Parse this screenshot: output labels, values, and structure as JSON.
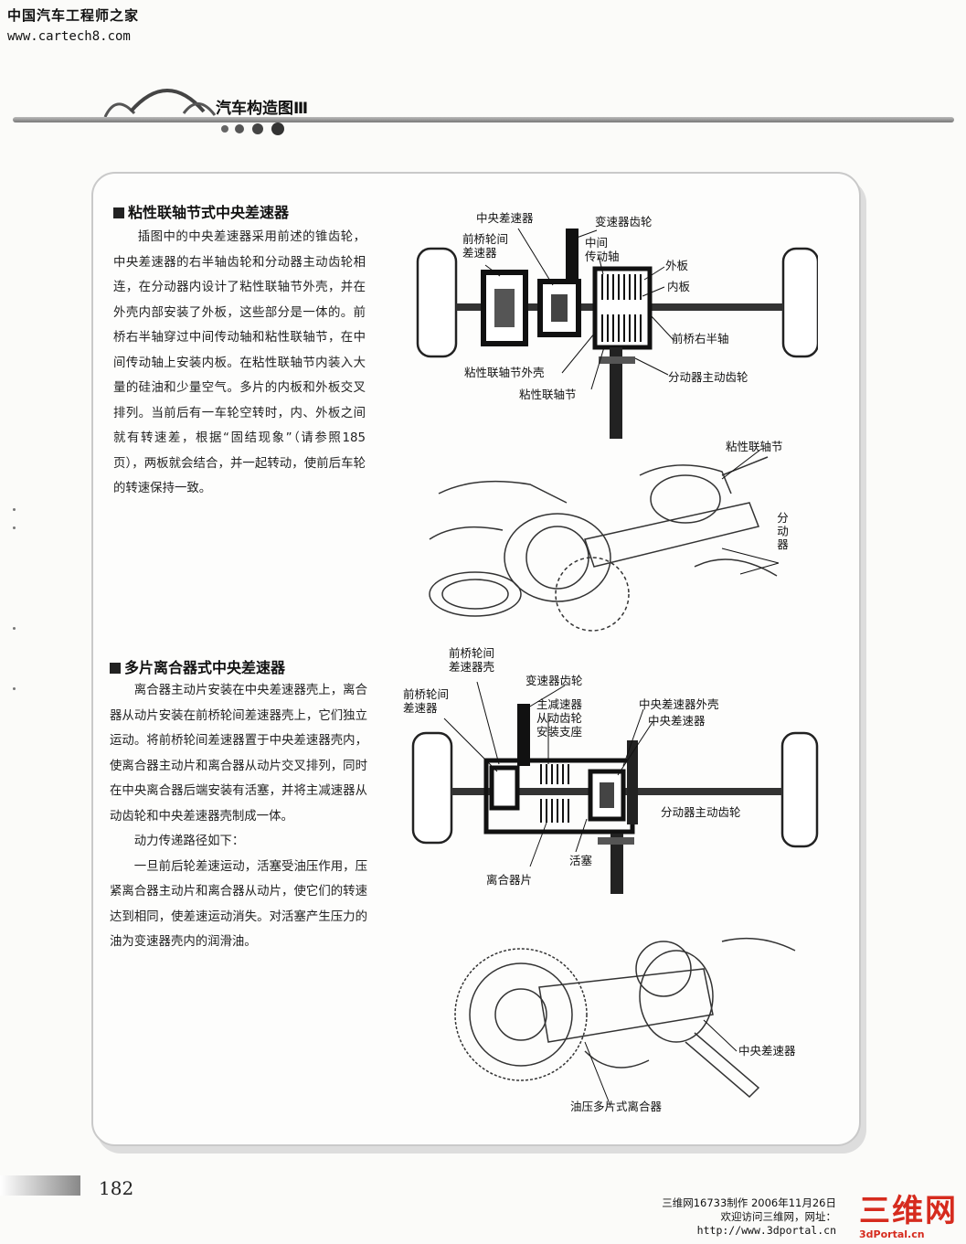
{
  "site": {
    "name": "中国汽车工程师之家",
    "url": "www.cartech8.com"
  },
  "book_title": "汽车构造图Ⅲ",
  "section1": {
    "title": "粘性联轴节式中央差速器",
    "paragraph": "插图中的中央差速器采用前述的锥齿轮，中央差速器的右半轴齿轮和分动器主动齿轮相连，在分动器内设计了粘性联轴节外壳，并在外壳内部安装了外板，这些部分是一体的。前桥右半轴穿过中间传动轴和粘性联轴节，在中间传动轴上安装内板。在粘性联轴节内装入大量的硅油和少量空气。多片的内板和外板交叉排列。当前后有一车轮空转时，内、外板之间就有转速差，根据“固结现象”（请参照185页），两板就会结合，并一起转动，使前后车轮的转速保持一致。"
  },
  "section2": {
    "title": "多片离合器式中央差速器",
    "paragraphs": [
      "离合器主动片安装在中央差速器壳上，离合器从动片安装在前桥轮间差速器壳上，它们独立运动。将前桥轮间差速器置于中央差速器壳内，使离合器主动片和离合器从动片交叉排列，同时在中央离合器后端安装有活塞，并将主减速器从动齿轮和中央差速器壳制成一体。",
      "动力传递路径如下：",
      "一旦前后轮差速运动，活塞受油压作用，压紧离合器主动片和离合器从动片，使它们的转速达到相同，使差速运动消失。对活塞产生压力的油为变速器壳内的润滑油。"
    ]
  },
  "diagram1": {
    "labels": {
      "center_diff": "中央差速器",
      "front_diff": "前桥轮间\n差速器",
      "trans_gear": "变速器齿轮",
      "mid_shaft": "中间\n传动轴",
      "outer_plate": "外板",
      "inner_plate": "内板",
      "front_right_shaft": "前桥右半轴",
      "vc_case": "粘性联轴节外壳",
      "vc": "粘性联轴节",
      "transfer_drive_gear": "分动器主动齿轮"
    }
  },
  "illustration1": {
    "labels": {
      "vc": "粘性联轴节",
      "transfer": "分动器"
    }
  },
  "diagram2": {
    "labels": {
      "front_diff_case": "前桥轮间\n差速器壳",
      "trans_gear": "变速器齿轮",
      "front_diff": "前桥轮间\n差速器",
      "final_driven": "主减速器\n从动齿轮\n安装支座",
      "center_case": "中央差速器外壳",
      "center_diff": "中央差速器",
      "transfer_drive_gear": "分动器主动齿轮",
      "piston": "活塞",
      "clutch_plates": "离合器片"
    }
  },
  "illustration2": {
    "labels": {
      "center_diff": "中央差速器",
      "clutch": "油压多片式离合器"
    }
  },
  "page_number": "182",
  "footer": {
    "line1": "三维网16733制作 2006年11月26日",
    "line2": "欢迎访问三维网，网址：",
    "line3": "http://www.3dportal.cn"
  },
  "logo": {
    "text": "三维网",
    "sub": "3dPortal.cn"
  }
}
